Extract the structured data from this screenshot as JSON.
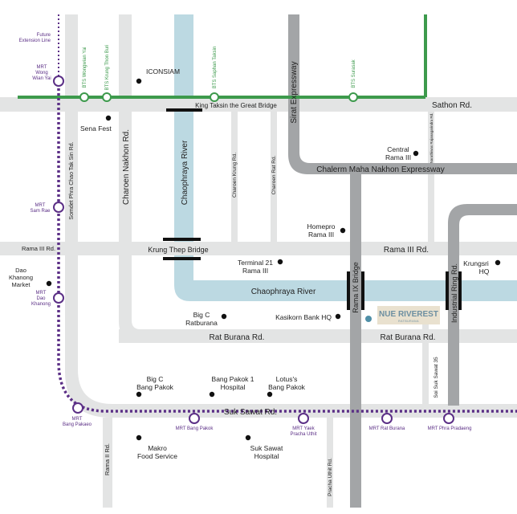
{
  "colors": {
    "background": "#ffffff",
    "road": "#e3e4e4",
    "expressway": "#a3a5a7",
    "river": "#bcd9e2",
    "bts_line": "#3d9a4c",
    "mrt_line": "#5b2f86",
    "bridge": "#111111",
    "poi": "#111111",
    "label": "#222222",
    "project_box": "#e9e1cf",
    "project_text": "#6d8fa1",
    "project_dot": "#4f8fa7"
  },
  "roads": {
    "sathon": "Sathon Rd.",
    "king_taksin_bridge": "King Taksin the Great Bridge",
    "charoen_nakhon": "Charoen Nakhon Rd.",
    "chaophraya_river_vertical": "Chaophraya River",
    "chaophraya_river_horizontal": "Chaophraya River",
    "sirat_expressway": "Sirat Expressway",
    "chalerm_expressway": "Chalerm Maha Nakhon Expressway",
    "charoen_krung": "Charoen Krung Rd.",
    "charoen_rat": "Charoen Rat Rd.",
    "narathiwas": "Narathiwas Rajanagarindra Rd.",
    "rama3_left": "Rama III Rd.",
    "rama3_right": "Rama III Rd.",
    "krung_thep_bridge": "Krung Thep Bridge",
    "rama9_bridge": "Rama IX Bridge",
    "industrial_ring": "Industrial Ring Rd.",
    "rat_burana_left": "Rat Burana Rd.",
    "rat_burana_right": "Rat Burana Rd.",
    "somdet": "Somdet Phra Chao Tak Sin Rd.",
    "suk_sawat": "Suk Sawat Rd.",
    "soi_suk_sawat": "Soi Suk Sawat 35",
    "rama2": "Rama II Rd.",
    "pracha_uthit": "Pracha Uthit Rd."
  },
  "bts_stations": {
    "wongwian_yai": "BTS Wongwian Yai",
    "krung_thon_buri": "BTS Krung Thon Buri",
    "saphan_taksin": "BTS Saphan Taksin",
    "surasak": "BTS Surasak"
  },
  "mrt": {
    "future_line_1": "Future",
    "future_line_2": "Extension Line",
    "wong_wian_yai_1": "MRT",
    "wong_wian_yai_2": "Wong",
    "wong_wian_yai_3": "Wian Yai",
    "sam_rae_1": "MRT",
    "sam_rae_2": "Sam Rae",
    "dao_khanong_1": "MRT",
    "dao_khanong_2": "Dao",
    "dao_khanong_3": "Khanong",
    "bang_pakaeo_1": "MRT",
    "bang_pakaeo_2": "Bang Pakaeo",
    "bang_pakok": "MRT Bang Pakok",
    "yaek_pracha_uthit_1": "MRT Yaek",
    "yaek_pracha_uthit_2": "Pracha Uthit",
    "rat_burana": "MRT Rat Burana",
    "phra_pradaeng": "MRT Phra Pradaeng"
  },
  "places": {
    "iconsiam": "ICONSIAM",
    "sena_fest": "Sena Fest",
    "central_rama3_1": "Central",
    "central_rama3_2": "Rama III",
    "homepro_1": "Homepro",
    "homepro_2": "Rama III",
    "terminal21_1": "Terminal 21",
    "terminal21_2": "Rama III",
    "krungsri_1": "Krungsri",
    "krungsri_2": "HQ",
    "dao_khanong_market_1": "Dao",
    "dao_khanong_market_2": "Khanong",
    "dao_khanong_market_3": "Market",
    "bigc_ratburana_1": "Big C",
    "bigc_ratburana_2": "Ratburana",
    "kasikorn": "Kasikorn Bank HQ",
    "bigc_bangpakok_1": "Big C",
    "bigc_bangpakok_2": "Bang Pakok",
    "bangpakok_hospital_1": "Bang Pakok 1",
    "bangpakok_hospital_2": "Hospital",
    "lotuss_1": "Lotus's",
    "lotuss_2": "Bang Pakok",
    "makro_1": "Makro",
    "makro_2": "Food Service",
    "suksawat_hospital_1": "Suk Sawat",
    "suksawat_hospital_2": "Hospital"
  },
  "project": {
    "name_part1": "NUE ",
    "name_part2": "RIVEREST",
    "subtitle": "RATBURANA"
  }
}
